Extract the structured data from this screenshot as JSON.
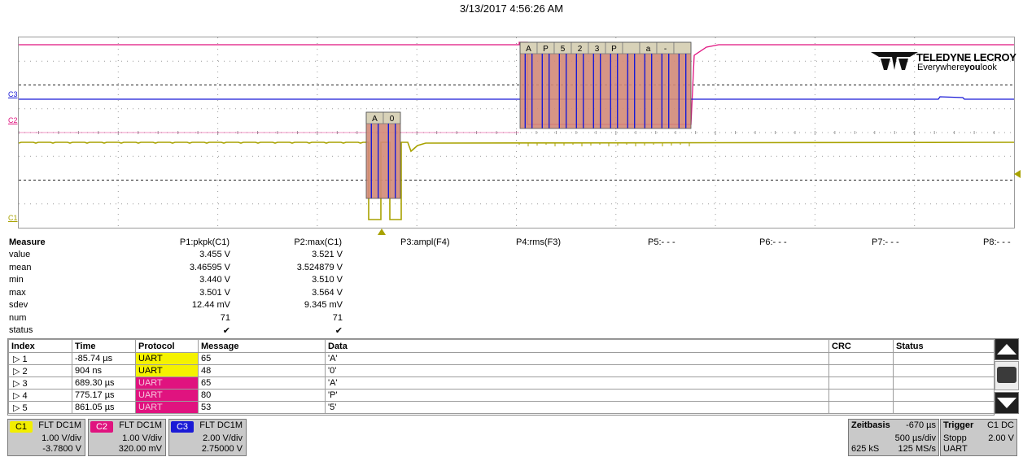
{
  "timestamp": "3/13/2017 4:56:26 AM",
  "logo": {
    "brand": "TELEDYNE LECROY",
    "tagline_pre": "Everywhere",
    "tagline_bold": "you",
    "tagline_post": "look"
  },
  "channel_labels": {
    "c1": "C1",
    "c2": "C2",
    "c3": "C3"
  },
  "decode_labels": {
    "group1": [
      "A",
      "0"
    ],
    "group2": [
      "A",
      "P",
      "5",
      "2",
      "3",
      "P",
      "",
      "a",
      "-",
      ""
    ]
  },
  "colors": {
    "c1": "#a8a200",
    "c2": "#e0137f",
    "c3": "#1a1ad6",
    "decode_fill": "#d28a78",
    "decode_label_bg": "#d8d2b8",
    "grid": "#9a9a9a"
  },
  "measure": {
    "title": "Measure",
    "params": [
      "P1:pkpk(C1)",
      "P2:max(C1)",
      "P3:ampl(F4)",
      "P4:rms(F3)",
      "P5:- - -",
      "P6:- - -",
      "P7:- - -",
      "P8:- - -"
    ],
    "rows": [
      {
        "name": "value",
        "p1": "3.455 V",
        "p2": "3.521 V"
      },
      {
        "name": "mean",
        "p1": "3.46595 V",
        "p2": "3.524879 V"
      },
      {
        "name": "min",
        "p1": "3.440 V",
        "p2": "3.510 V"
      },
      {
        "name": "max",
        "p1": "3.501 V",
        "p2": "3.564 V"
      },
      {
        "name": "sdev",
        "p1": "12.44 mV",
        "p2": "9.345 mV"
      },
      {
        "name": "num",
        "p1": "71",
        "p2": "71"
      },
      {
        "name": "status",
        "p1": "✔",
        "p2": "✔"
      }
    ]
  },
  "decode_table": {
    "headers": [
      "Index",
      "Time",
      "Protocol",
      "Message",
      "Data",
      "CRC",
      "Status"
    ],
    "rows": [
      {
        "index": "▷ 1",
        "time": "-85.74 µs",
        "protocol": "UART",
        "message": "65",
        "data": "'A'",
        "color": "yellow"
      },
      {
        "index": "▷ 2",
        "time": "904 ns",
        "protocol": "UART",
        "message": "48",
        "data": "'0'",
        "color": "yellow"
      },
      {
        "index": "▷ 3",
        "time": "689.30 µs",
        "protocol": "UART",
        "message": "65",
        "data": "'A'",
        "color": "pink"
      },
      {
        "index": "▷ 4",
        "time": "775.17 µs",
        "protocol": "UART",
        "message": "80",
        "data": "'P'",
        "color": "pink"
      },
      {
        "index": "▷ 5",
        "time": "861.05 µs",
        "protocol": "UART",
        "message": "53",
        "data": "'5'",
        "color": "pink"
      }
    ]
  },
  "channels": [
    {
      "tag": "C1",
      "coupling": "FLT  DC1M",
      "vdiv": "1.00 V/div",
      "offset": "-3.7800 V",
      "color": "#f2ee00",
      "textcolor": "#000000"
    },
    {
      "tag": "C2",
      "coupling": "FLT  DC1M",
      "vdiv": "1.00 V/div",
      "offset": "320.00 mV",
      "color": "#e0137f",
      "textcolor": "#ffffff"
    },
    {
      "tag": "C3",
      "coupling": "FLT  DC1M",
      "vdiv": "2.00 V/div",
      "offset": "2.75000 V",
      "color": "#1a1ad6",
      "textcolor": "#ffffff"
    }
  ],
  "timebase": {
    "label": "Zeitbasis",
    "delay": "-670 µs",
    "tdiv": "500 µs/div",
    "samples": "625 kS",
    "rate": "125 MS/s"
  },
  "trigger": {
    "label": "Trigger",
    "channel": "C1 DC",
    "mode": "Stopp",
    "level": "2.00 V",
    "type": "UART"
  }
}
